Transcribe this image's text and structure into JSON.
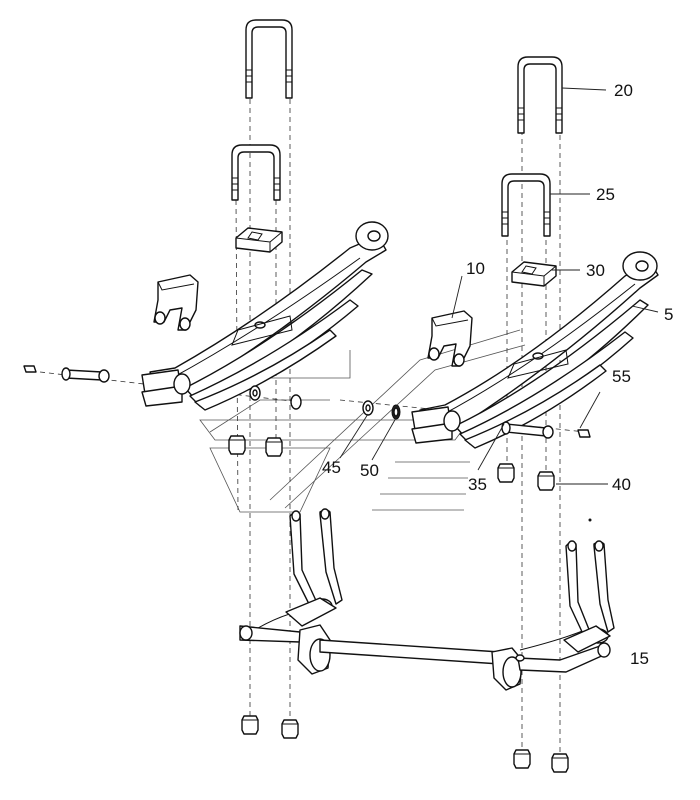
{
  "callouts": {
    "c5": "5",
    "c10": "10",
    "c15": "15",
    "c20": "20",
    "c25": "25",
    "c30": "30",
    "c35": "35",
    "c40": "40",
    "c45": "45",
    "c50": "50",
    "c55": "55"
  }
}
